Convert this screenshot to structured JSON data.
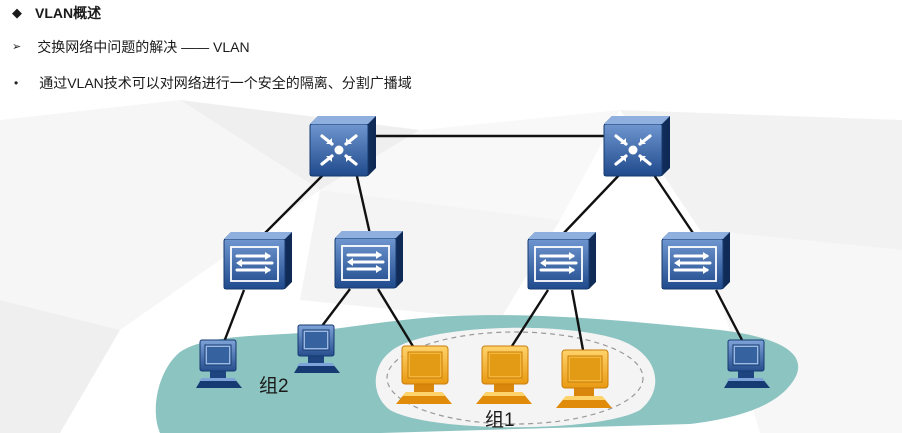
{
  "heading": {
    "marker": "◆",
    "text": "VLAN概述"
  },
  "bullets": [
    {
      "marker": "➢",
      "text": "交换网络中问题的解决 —— VLAN"
    },
    {
      "marker": "•",
      "text": "通过VLAN技术可以对网络进行一个安全的隔离、分割广播域"
    }
  ],
  "diagram": {
    "group_labels": [
      "组2",
      "组1"
    ],
    "colors": {
      "device_blue": "#1f4a8c",
      "device_blue_light": "#5b86c6",
      "group_teal": "#8cc4c1",
      "group_highlight": "#f2f2f2",
      "pc_orange": "#f0a81e",
      "link_black": "#111111"
    },
    "icons": {
      "core_switch": "router-switch-icon",
      "access_switch": "switch-icon",
      "pc": "computer-icon"
    }
  }
}
